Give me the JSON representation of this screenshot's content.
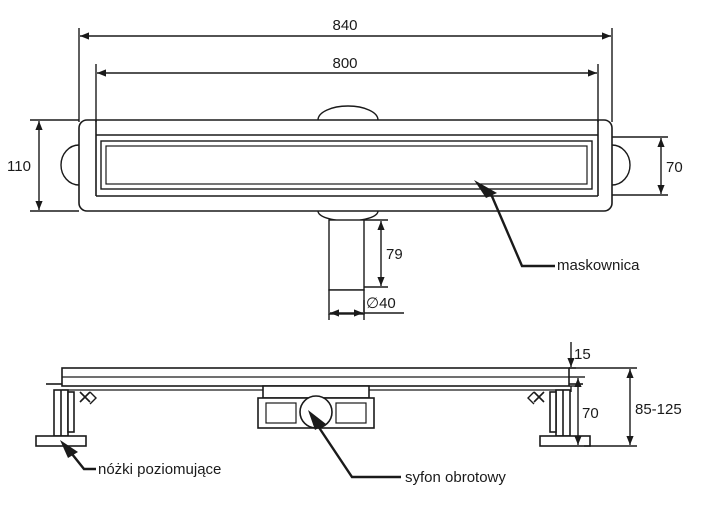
{
  "dimensions": {
    "total_length": "840",
    "grate_length": "800",
    "total_width": "110",
    "grate_width": "70",
    "pipe_length": "79",
    "pipe_diameter": "∅40",
    "frame_height": "15",
    "body_height": "70",
    "total_height": "85-125"
  },
  "labels": {
    "grate": "maskownica",
    "leveling_feet": "nóżki poziomujące",
    "siphon": "syfon obrotowy"
  }
}
